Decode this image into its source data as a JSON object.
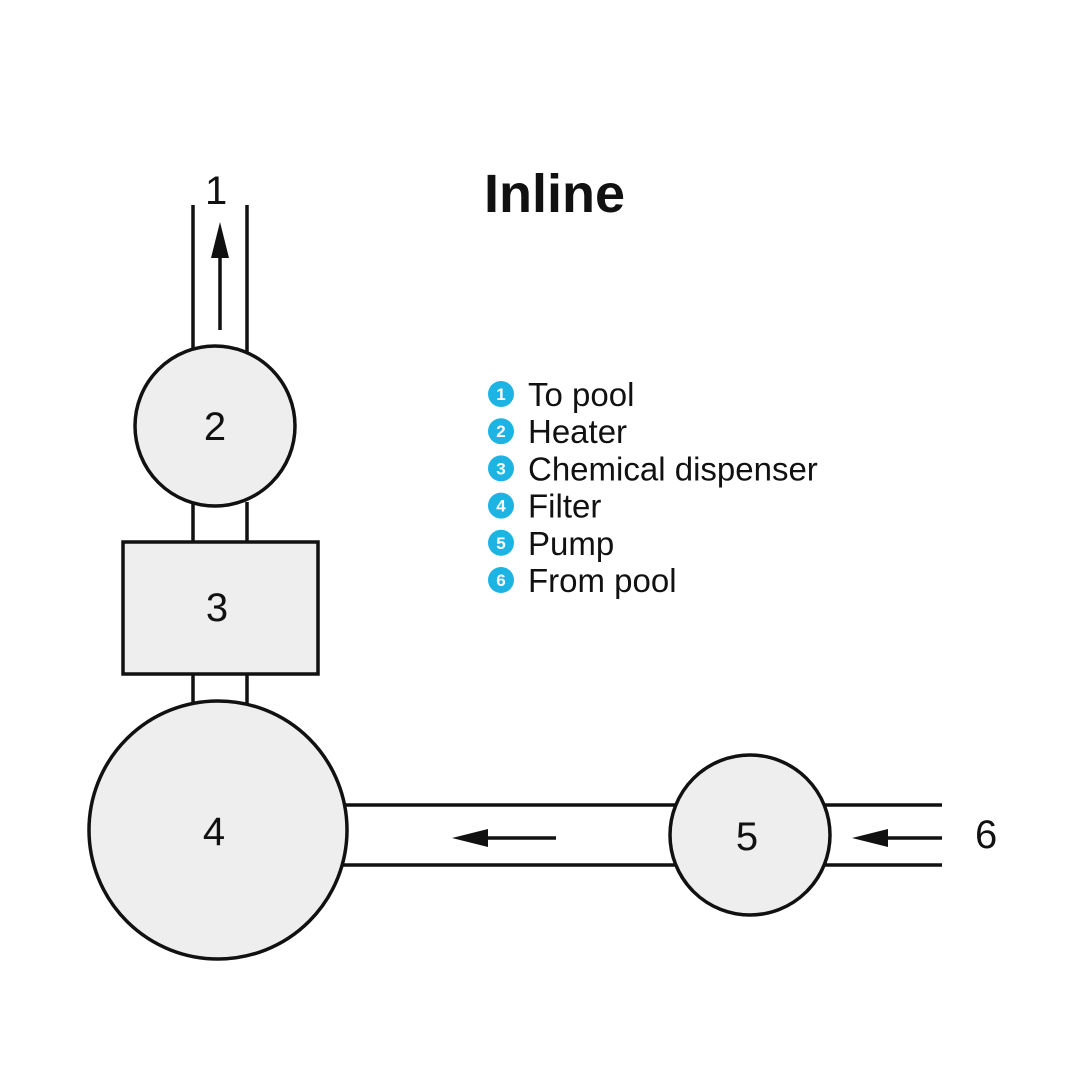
{
  "title": "Inline",
  "colors": {
    "stroke": "#111111",
    "component_fill": "#eeeeee",
    "badge": "#1db4e4",
    "background": "#ffffff"
  },
  "nodes": {
    "to_pool": "1",
    "heater": "2",
    "chemical_dispenser": "3",
    "filter": "4",
    "pump": "5",
    "from_pool": "6"
  },
  "legend": [
    {
      "num": "1",
      "label": "To pool"
    },
    {
      "num": "2",
      "label": "Heater"
    },
    {
      "num": "3",
      "label": "Chemical dispenser"
    },
    {
      "num": "4",
      "label": "Filter"
    },
    {
      "num": "5",
      "label": "Pump"
    },
    {
      "num": "6",
      "label": "From pool"
    }
  ]
}
